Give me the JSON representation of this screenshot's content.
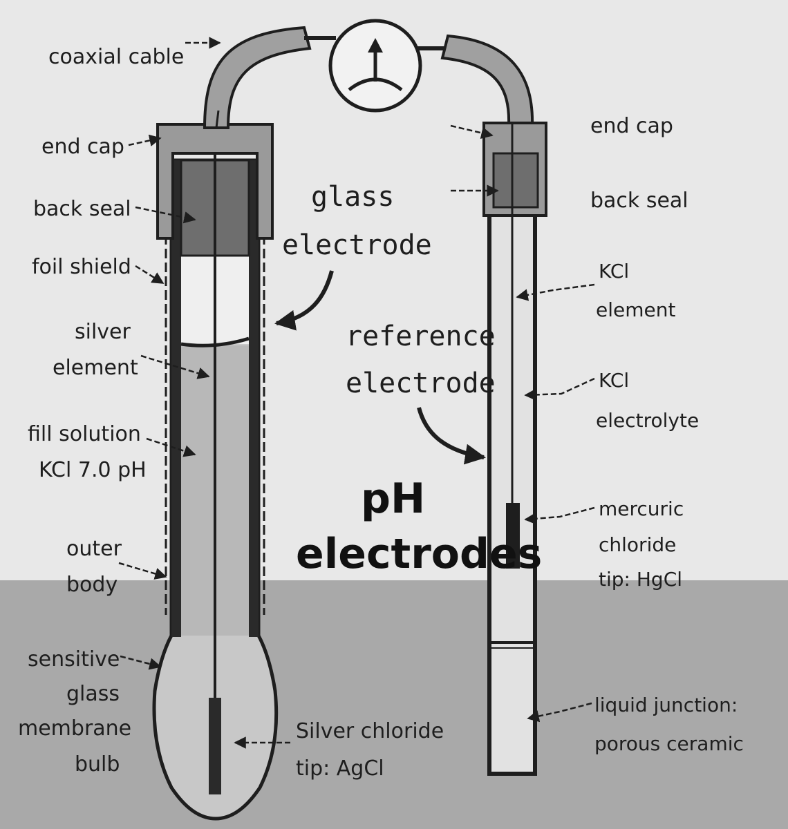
{
  "diagram": {
    "title_line1": "pH",
    "title_line2": "electrodes",
    "glass_label_line1": "glass",
    "glass_label_line2": "electrode",
    "reference_label_line1": "reference",
    "reference_label_line2": "electrode",
    "left_labels": {
      "coaxial_cable": "coaxial cable",
      "end_cap": "end cap",
      "back_seal": "back seal",
      "foil_shield": "foil shield",
      "silver_element_1": "silver",
      "silver_element_2": "element",
      "fill_solution_1": "fill solution",
      "fill_solution_2": "KCl 7.0 pH",
      "outer_body_1": "outer",
      "outer_body_2": "body",
      "bulb_1": "sensitive",
      "bulb_2": "glass",
      "bulb_3": "membrane",
      "bulb_4": "bulb",
      "silver_chloride_1": "Silver chloride",
      "silver_chloride_2": "tip: AgCl"
    },
    "right_labels": {
      "end_cap": "end cap",
      "back_seal": "back seal",
      "kcl_element_1": "KCl",
      "kcl_element_2": "element",
      "kcl_electrolyte_1": "KCl",
      "kcl_electrolyte_2": "electrolyte",
      "mercuric_1": "mercuric",
      "mercuric_2": "chloride",
      "mercuric_3": "tip: HgCl",
      "junction_1": "liquid junction:",
      "junction_2": "porous ceramic"
    },
    "colors": {
      "background_top": "#e8e8e8",
      "background_bottom": "#a9a9a9",
      "outline": "#1e1e1e",
      "seal": "#6e6e6e",
      "fill": "#bdbdbd",
      "cap": "#9a9a9a"
    },
    "icons": [
      "voltmeter-icon",
      "arrow-icon"
    ]
  }
}
